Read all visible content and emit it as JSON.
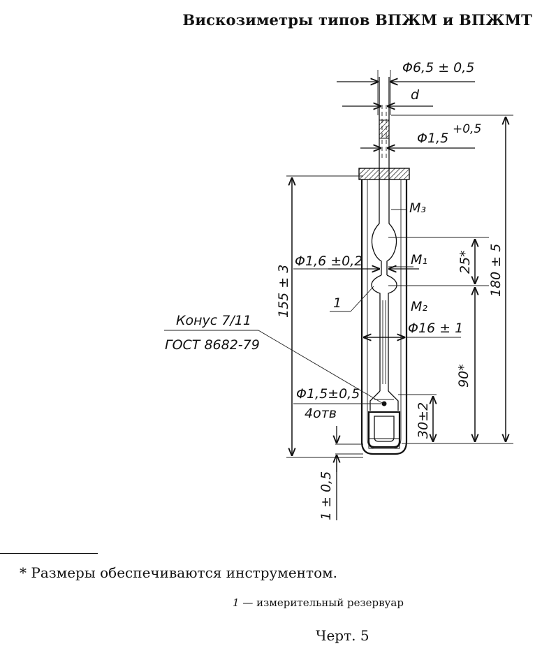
{
  "title": "Вискозиметры типов ВПЖМ и ВПЖМТ",
  "labels": {
    "d_top": "Φ6,5 ± 0,5",
    "d": "d",
    "d_cap": "Φ1,5",
    "d_cap_tol": "+0,5",
    "d_capillary": "Φ1,6 ±0,2",
    "dim_total": "180 ± 5",
    "dim_tube": "155 ± 3",
    "dim_25": "25*",
    "dim_90": "90*",
    "dim_30": "30±2",
    "dim_1": "1 ± 0,5",
    "d_outer": "Φ16 ± 1",
    "cone": "Конус 7/11",
    "gost": "ГОСТ 8682-79",
    "hole_d": "Φ1,5±0,5",
    "hole_count": "4отв",
    "mark_m3": "М₃",
    "mark_m1": "М₁",
    "mark_m2": "М₂",
    "item_1": "1"
  },
  "footnote": "* Размеры обеспечиваются инструментом.",
  "legend": {
    "number": "1",
    "text": " — измерительный резервуар"
  },
  "caption": "Черт. 5"
}
